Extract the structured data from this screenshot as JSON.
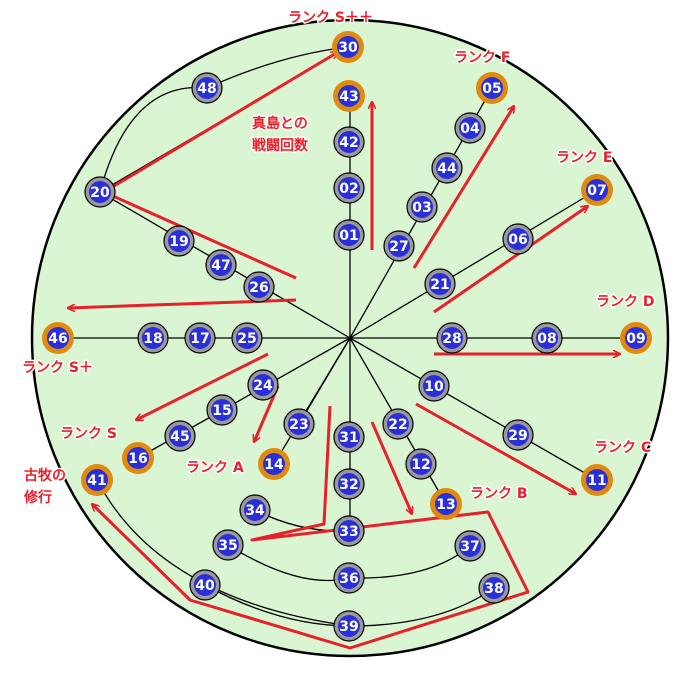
{
  "colors": {
    "background_circle": "#d9f5d2",
    "outline": "#000000",
    "arrow": "#e8202a",
    "node_fill": "#2b2fd8",
    "node_ring_normal": "#9a9a9a",
    "node_ring_rank": "#e08a10",
    "label_text": "#e8202a"
  },
  "nodes": [
    {
      "id": "01",
      "rank": false
    },
    {
      "id": "02",
      "rank": false
    },
    {
      "id": "03",
      "rank": false
    },
    {
      "id": "04",
      "rank": false
    },
    {
      "id": "05",
      "rank": true
    },
    {
      "id": "06",
      "rank": false
    },
    {
      "id": "07",
      "rank": true
    },
    {
      "id": "08",
      "rank": false
    },
    {
      "id": "09",
      "rank": true
    },
    {
      "id": "10",
      "rank": false
    },
    {
      "id": "11",
      "rank": true
    },
    {
      "id": "12",
      "rank": false
    },
    {
      "id": "13",
      "rank": true
    },
    {
      "id": "14",
      "rank": true
    },
    {
      "id": "15",
      "rank": false
    },
    {
      "id": "16",
      "rank": true
    },
    {
      "id": "17",
      "rank": false
    },
    {
      "id": "18",
      "rank": false
    },
    {
      "id": "19",
      "rank": false
    },
    {
      "id": "20",
      "rank": false
    },
    {
      "id": "21",
      "rank": false
    },
    {
      "id": "22",
      "rank": false
    },
    {
      "id": "23",
      "rank": false
    },
    {
      "id": "24",
      "rank": false
    },
    {
      "id": "25",
      "rank": false
    },
    {
      "id": "26",
      "rank": false
    },
    {
      "id": "27",
      "rank": false
    },
    {
      "id": "28",
      "rank": false
    },
    {
      "id": "29",
      "rank": false
    },
    {
      "id": "30",
      "rank": true
    },
    {
      "id": "31",
      "rank": false
    },
    {
      "id": "32",
      "rank": false
    },
    {
      "id": "33",
      "rank": false
    },
    {
      "id": "34",
      "rank": false
    },
    {
      "id": "35",
      "rank": false
    },
    {
      "id": "36",
      "rank": false
    },
    {
      "id": "37",
      "rank": false
    },
    {
      "id": "38",
      "rank": false
    },
    {
      "id": "39",
      "rank": false
    },
    {
      "id": "40",
      "rank": false
    },
    {
      "id": "41",
      "rank": true
    },
    {
      "id": "42",
      "rank": false
    },
    {
      "id": "43",
      "rank": true
    },
    {
      "id": "44",
      "rank": false
    },
    {
      "id": "45",
      "rank": false
    },
    {
      "id": "46",
      "rank": true
    },
    {
      "id": "47",
      "rank": false
    },
    {
      "id": "48",
      "rank": false
    }
  ],
  "labels": {
    "rank_spp": "ランク S＋＋",
    "rank_f": "ランク F",
    "rank_e": "ランク E",
    "rank_d": "ランク D",
    "rank_c": "ランク C",
    "rank_b": "ランク B",
    "rank_a": "ランク A",
    "rank_s": "ランク S",
    "rank_sp": "ランク S＋",
    "majima_line1": "真島との",
    "majima_line2": "戦闘回数",
    "komaki_line1": "古牧の",
    "komaki_line2": "修行"
  }
}
